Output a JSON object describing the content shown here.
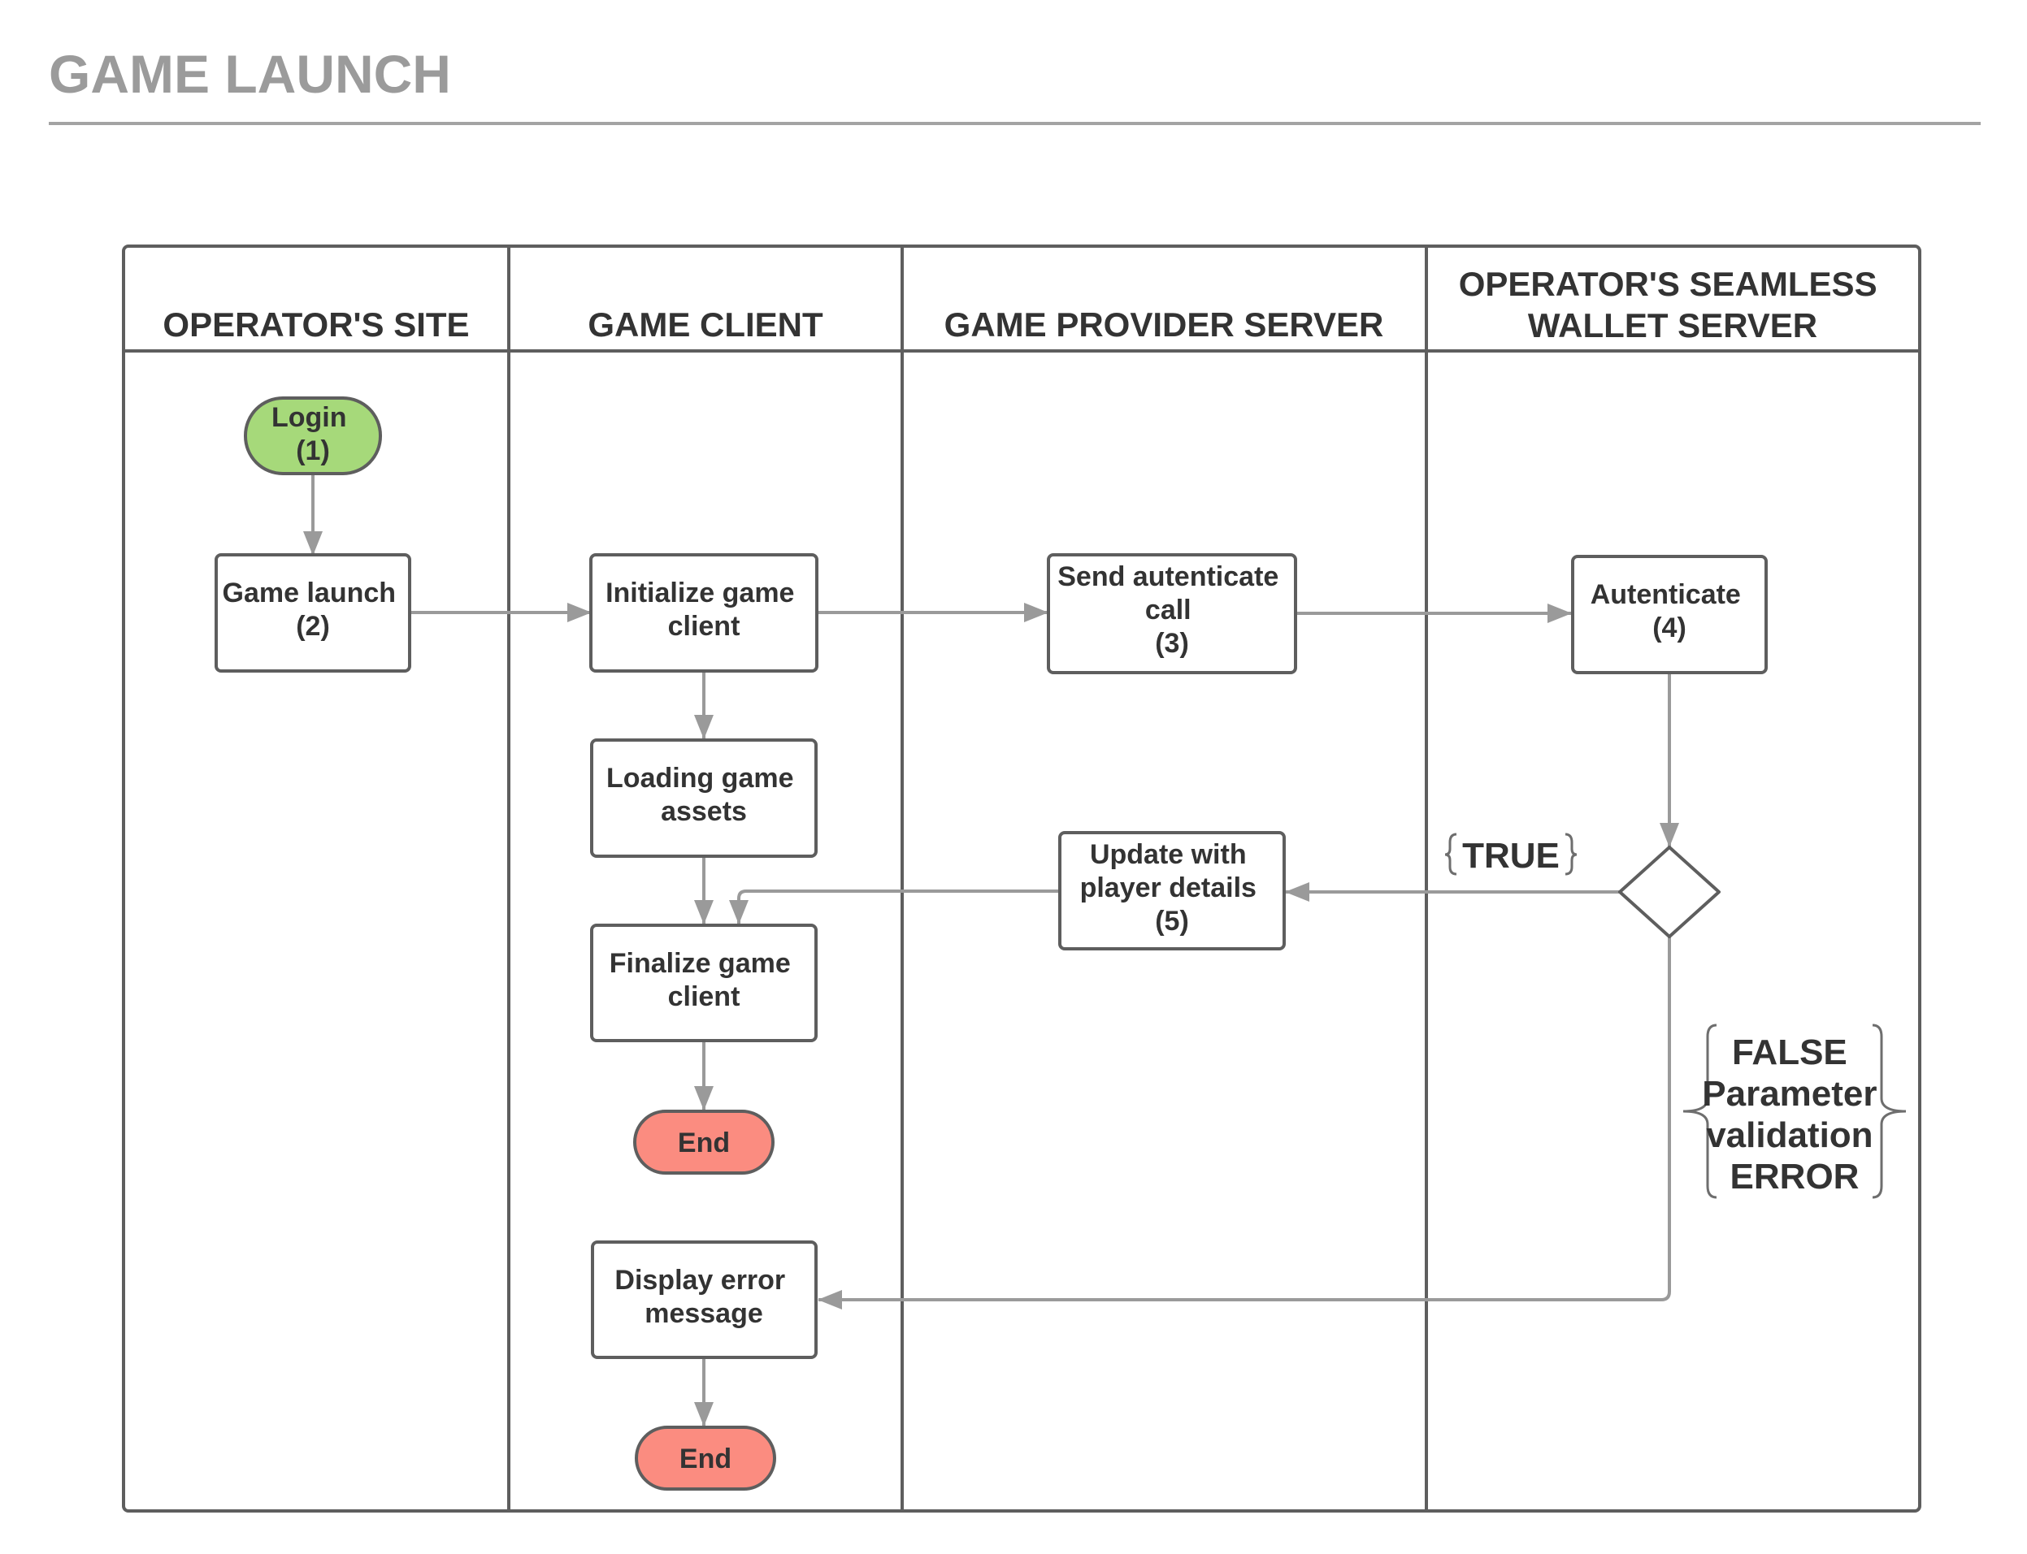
{
  "title": "GAME LAUNCH",
  "lanes": [
    {
      "label": "OPERATOR'S SITE",
      "lines": [
        "OPERATOR'S SITE"
      ]
    },
    {
      "label": "GAME CLIENT",
      "lines": [
        "GAME CLIENT"
      ]
    },
    {
      "label": "GAME PROVIDER SERVER",
      "lines": [
        "GAME PROVIDER SERVER"
      ]
    },
    {
      "label": "OPERATOR'S SEAMLESS WALLET SERVER",
      "lines": [
        "OPERATOR'S SEAMLESS",
        "WALLET SERVER"
      ]
    }
  ],
  "nodes": [
    {
      "id": "login",
      "lane": "OPERATOR'S SITE",
      "shape": "terminator",
      "fill": "#a6d97a",
      "lines": [
        "Login",
        "(1)"
      ]
    },
    {
      "id": "game-launch",
      "lane": "OPERATOR'S SITE",
      "shape": "process",
      "lines": [
        "Game launch",
        "(2)"
      ]
    },
    {
      "id": "initialize-game-client",
      "lane": "GAME CLIENT",
      "shape": "process",
      "lines": [
        "Initialize game",
        "client"
      ]
    },
    {
      "id": "send-autenticate-call",
      "lane": "GAME PROVIDER SERVER",
      "shape": "process",
      "lines": [
        "Send autenticate",
        "call",
        "(3)"
      ]
    },
    {
      "id": "autenticate",
      "lane": "OPERATOR'S SEAMLESS WALLET SERVER",
      "shape": "process",
      "lines": [
        "Autenticate",
        "(4)"
      ]
    },
    {
      "id": "loading-game-assets",
      "lane": "GAME CLIENT",
      "shape": "process",
      "lines": [
        "Loading game",
        "assets"
      ]
    },
    {
      "id": "update-player-details",
      "lane": "GAME PROVIDER SERVER",
      "shape": "process",
      "lines": [
        "Update with",
        "player details",
        "(5)"
      ]
    },
    {
      "id": "decision",
      "lane": "OPERATOR'S SEAMLESS WALLET SERVER",
      "shape": "decision",
      "lines": []
    },
    {
      "id": "finalize-game-client",
      "lane": "GAME CLIENT",
      "shape": "process",
      "lines": [
        "Finalize game",
        "client"
      ]
    },
    {
      "id": "end-1",
      "lane": "GAME CLIENT",
      "shape": "terminator",
      "fill": "#fb8c80",
      "lines": [
        "End"
      ]
    },
    {
      "id": "display-error-message",
      "lane": "GAME CLIENT",
      "shape": "process",
      "lines": [
        "Display error",
        "message"
      ]
    },
    {
      "id": "end-2",
      "lane": "GAME CLIENT",
      "shape": "terminator",
      "fill": "#fb8c80",
      "lines": [
        "End"
      ]
    }
  ],
  "annotations": [
    {
      "id": "true-label",
      "lines": [
        "TRUE"
      ]
    },
    {
      "id": "false-label",
      "lines": [
        "FALSE",
        "Parameter",
        "validation",
        "ERROR"
      ]
    }
  ],
  "edges": [
    {
      "from": "login",
      "to": "game-launch"
    },
    {
      "from": "game-launch",
      "to": "initialize-game-client"
    },
    {
      "from": "initialize-game-client",
      "to": "send-autenticate-call"
    },
    {
      "from": "send-autenticate-call",
      "to": "autenticate"
    },
    {
      "from": "initialize-game-client",
      "to": "loading-game-assets"
    },
    {
      "from": "autenticate",
      "to": "decision"
    },
    {
      "from": "decision",
      "to": "update-player-details",
      "label": "TRUE"
    },
    {
      "from": "update-player-details",
      "to": "finalize-game-client"
    },
    {
      "from": "loading-game-assets",
      "to": "finalize-game-client"
    },
    {
      "from": "finalize-game-client",
      "to": "end-1"
    },
    {
      "from": "decision",
      "to": "display-error-message",
      "label": "FALSE Parameter validation ERROR"
    },
    {
      "from": "display-error-message",
      "to": "end-2"
    }
  ],
  "colors": {
    "title": "#9b9b9b",
    "border": "#5e5e5e",
    "connector": "#9a9a9a",
    "start": "#a6d97a",
    "end": "#fb8c80",
    "text": "#333333"
  }
}
